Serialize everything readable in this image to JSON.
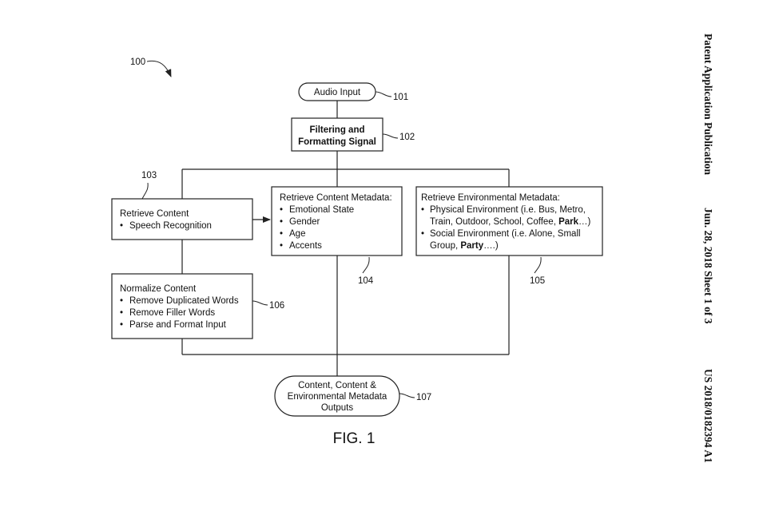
{
  "figure_ref": "100",
  "figure_caption": "FIG. 1",
  "side_header": {
    "publication": "Patent Application Publication",
    "date_sheet": "Jun. 28, 2018  Sheet 1 of 3",
    "number": "US 2018/0182394 A1"
  },
  "nodes": {
    "audio_input": {
      "ref": "101",
      "label": "Audio Input"
    },
    "filtering": {
      "ref": "102",
      "lines": [
        "Filtering and",
        "Formatting Signal"
      ]
    },
    "retrieve_content": {
      "ref": "103",
      "title": "Retrieve Content",
      "bullets": [
        "Speech Recognition"
      ]
    },
    "content_metadata": {
      "ref": "104",
      "title": "Retrieve Content Metadata:",
      "bullets": [
        "Emotional State",
        "Gender",
        "Age",
        "Accents"
      ]
    },
    "env_metadata": {
      "ref": "105",
      "title": "Retrieve Environmental Metadata:",
      "bullet1": {
        "line1": "Physical Environment (i.e. Bus, Metro,",
        "line2_pre": "Train, Outdoor, School, Coffee, ",
        "line2_bold": "Park",
        "line2_post": "…)"
      },
      "bullet2": {
        "line1": "Social Environment (i.e. Alone, Small",
        "line2_pre": "Group, ",
        "line2_bold": "Party",
        "line2_post": "….)"
      }
    },
    "normalize": {
      "ref": "106",
      "title": "Normalize Content",
      "bullets": [
        "Remove Duplicated Words",
        "Remove Filler Words",
        "Parse and Format Input"
      ]
    },
    "outputs": {
      "ref": "107",
      "lines": [
        "Content, Content &",
        "Environmental Metadata",
        "Outputs"
      ]
    }
  }
}
